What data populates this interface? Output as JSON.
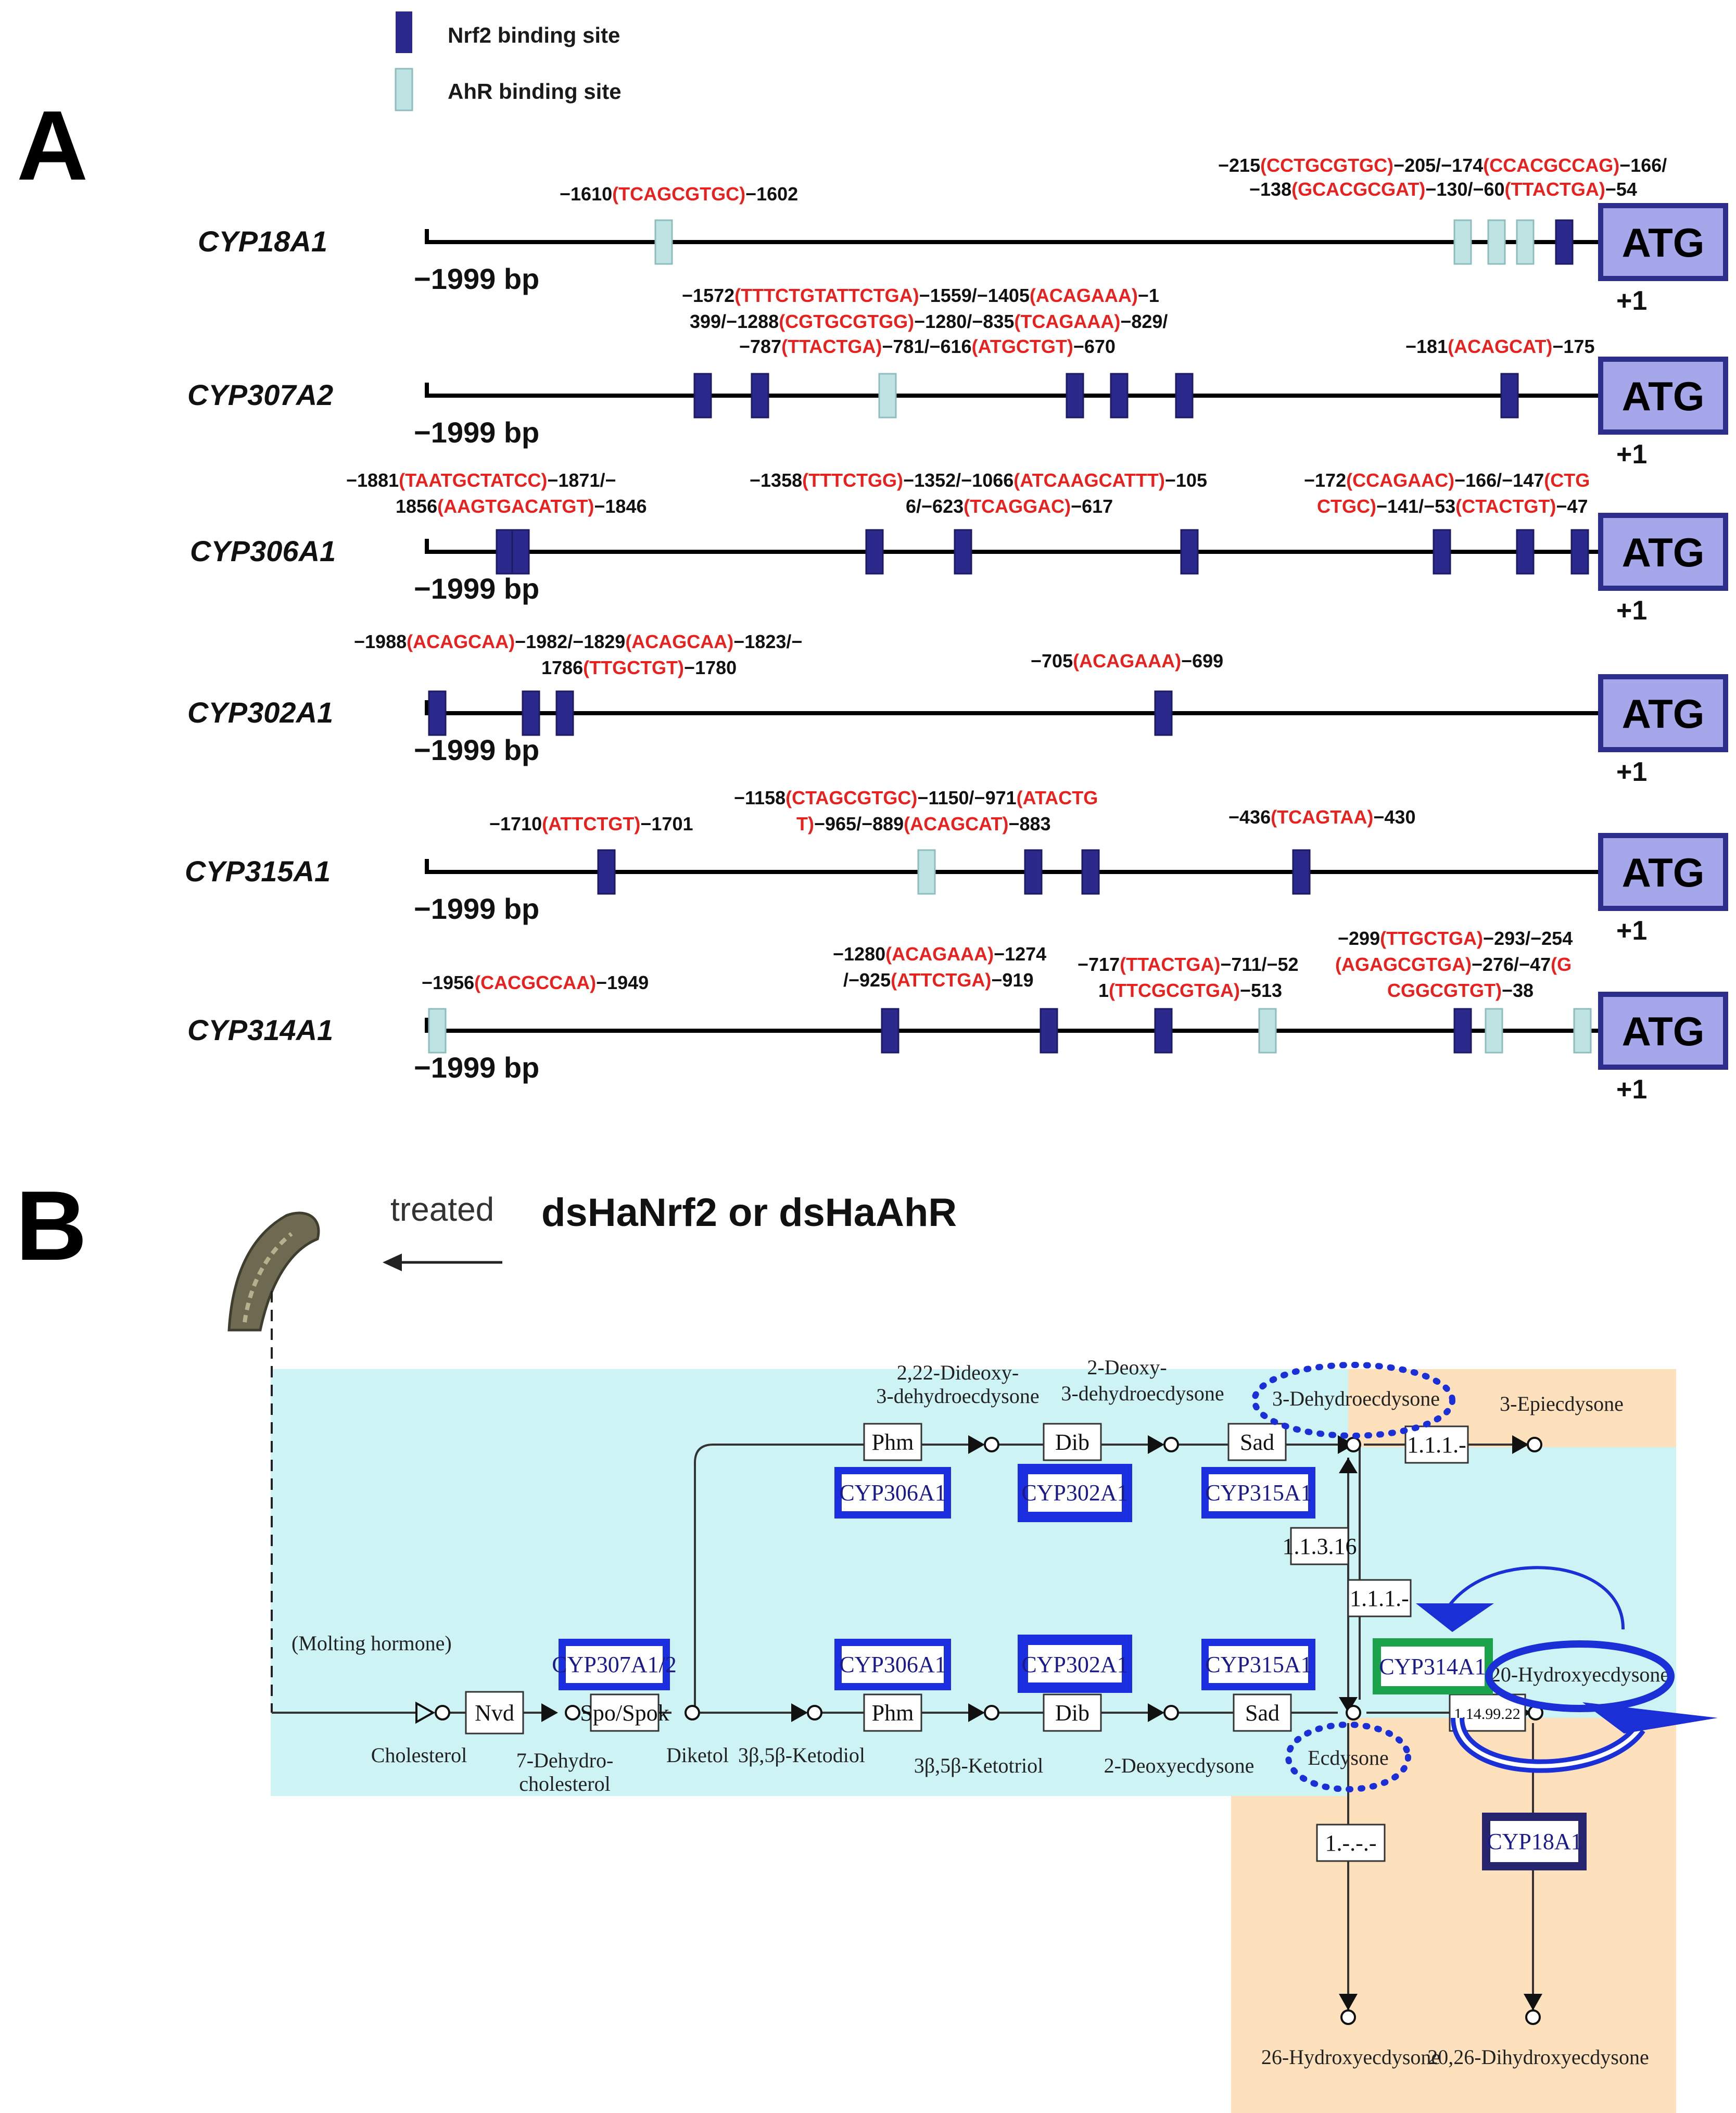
{
  "legend": {
    "nrf2_label": "Nrf2 binding site",
    "ahr_label": "AhR binding site",
    "nrf2_color": "#2b2a8c",
    "ahr_color": "#bfe3e3"
  },
  "panel_a": {
    "label": "A",
    "start_label": "−1999 bp",
    "atg_label": "ATG",
    "plus_label": "+1",
    "colors": {
      "atg_fill": "#a6a6ea",
      "atg_stroke": "#2d2d8c",
      "annotation_seq": "#e8211f"
    },
    "genes": [
      {
        "name": "CYP18A1",
        "annotations": [
          [
            [
              "−1610",
              ""
            ],
            [
              "(TCAGCGTGC)",
              "r"
            ],
            [
              "−1602",
              ""
            ]
          ],
          [
            [
              "−215",
              ""
            ],
            [
              "(CCTGCGTGC)",
              "r"
            ],
            [
              "−205/−174",
              ""
            ],
            [
              "(CCACGCCAG)",
              "r"
            ],
            [
              "−166/",
              ""
            ]
          ],
          [
            [
              "−138",
              ""
            ],
            [
              "(GCACGCGAT)",
              "r"
            ],
            [
              "−130/−60",
              ""
            ],
            [
              "(TTACTGA)",
              "r"
            ],
            [
              "−54",
              ""
            ]
          ]
        ]
      },
      {
        "name": "CYP307A2",
        "annotations": [
          [
            [
              "−1572",
              ""
            ],
            [
              "(TTTCTGTATTCTGA)",
              "r"
            ],
            [
              "−1559/−1405",
              ""
            ],
            [
              "(ACAGAAA)",
              "r"
            ],
            [
              "−1",
              ""
            ]
          ],
          [
            [
              "399/−1288",
              ""
            ],
            [
              "(CGTGCGTGG)",
              "r"
            ],
            [
              "−1280/−835",
              ""
            ],
            [
              "(TCAGAAA)",
              "r"
            ],
            [
              "−829/",
              ""
            ]
          ],
          [
            [
              "−787",
              ""
            ],
            [
              "(TTACTGA)",
              "r"
            ],
            [
              "−781/−616",
              ""
            ],
            [
              "(ATGCTGT)",
              "r"
            ],
            [
              "−670",
              ""
            ]
          ],
          [
            [
              "−181",
              ""
            ],
            [
              "(ACAGCAT)",
              "r"
            ],
            [
              "−175",
              ""
            ]
          ]
        ]
      },
      {
        "name": "CYP306A1",
        "annotations": [
          [
            [
              "−1881",
              ""
            ],
            [
              "(TAATGCTATCC)",
              "r"
            ],
            [
              "−1871/−",
              ""
            ]
          ],
          [
            [
              "1856",
              ""
            ],
            [
              "(AAGTGACATGT)",
              "r"
            ],
            [
              "−1846",
              ""
            ]
          ],
          [
            [
              "−1358",
              ""
            ],
            [
              "(TTTCTGG)",
              "r"
            ],
            [
              "−1352/−1066",
              ""
            ],
            [
              "(ATCAAGCATTT)",
              "r"
            ],
            [
              "−105",
              ""
            ]
          ],
          [
            [
              "6/−623",
              ""
            ],
            [
              "(TCAGGAC)",
              "r"
            ],
            [
              "−617",
              ""
            ]
          ],
          [
            [
              "−172",
              ""
            ],
            [
              "(CCAGAAC)",
              "r"
            ],
            [
              "−166/−147",
              ""
            ],
            [
              "(CTG",
              "r"
            ]
          ],
          [
            [
              "CTGC)",
              "r"
            ],
            [
              "−141/−53",
              ""
            ],
            [
              "(CTACTGT)",
              "r"
            ],
            [
              "−47",
              ""
            ]
          ]
        ]
      },
      {
        "name": "CYP302A1",
        "annotations": [
          [
            [
              "−1988",
              ""
            ],
            [
              "(ACAGCAA)",
              "r"
            ],
            [
              "−1982/−1829",
              ""
            ],
            [
              "(ACAGCAA)",
              "r"
            ],
            [
              "−1823/−",
              ""
            ]
          ],
          [
            [
              "1786",
              ""
            ],
            [
              "(TTGCTGT)",
              "r"
            ],
            [
              "−1780",
              ""
            ]
          ],
          [
            [
              "−705",
              ""
            ],
            [
              "(ACAGAAA)",
              "r"
            ],
            [
              "−699",
              ""
            ]
          ]
        ]
      },
      {
        "name": "CYP315A1",
        "annotations": [
          [
            [
              "−1158",
              ""
            ],
            [
              "(CTAGCGTGC)",
              "r"
            ],
            [
              "−1150/−971",
              ""
            ],
            [
              "(ATACTG",
              "r"
            ]
          ],
          [
            [
              "T)",
              "r"
            ],
            [
              "−965/−889",
              ""
            ],
            [
              "(ACAGCAT)",
              "r"
            ],
            [
              "−883",
              ""
            ]
          ],
          [
            [
              "−1710",
              ""
            ],
            [
              "(ATTCTGT)",
              "r"
            ],
            [
              "−1701",
              ""
            ]
          ],
          [
            [
              "−436",
              ""
            ],
            [
              "(TCAGTAA)",
              "r"
            ],
            [
              "−430",
              ""
            ]
          ]
        ]
      },
      {
        "name": "CYP314A1",
        "annotations": [
          [
            [
              "−1956",
              ""
            ],
            [
              "(CACGCCAA)",
              "r"
            ],
            [
              "−1949",
              ""
            ]
          ],
          [
            [
              "−1280",
              ""
            ],
            [
              "(ACAGAAA)",
              "r"
            ],
            [
              "−1274",
              ""
            ]
          ],
          [
            [
              "/−925",
              ""
            ],
            [
              "(ATTCTGA)",
              "r"
            ],
            [
              "−919",
              ""
            ]
          ],
          [
            [
              "−717",
              ""
            ],
            [
              "(TTACTGA)",
              "r"
            ],
            [
              "−711/−52",
              ""
            ]
          ],
          [
            [
              "1",
              ""
            ],
            [
              "(TTCGCGTGA)",
              "r"
            ],
            [
              "−513",
              ""
            ]
          ],
          [
            [
              "−299",
              ""
            ],
            [
              "(TTGCTGA)",
              "r"
            ],
            [
              "−293/−254",
              ""
            ]
          ],
          [
            [
              "(AGAGCGTGA)",
              "r"
            ],
            [
              "−276/−47",
              ""
            ],
            [
              "(G",
              "r"
            ]
          ],
          [
            [
              "CGGCGTGT)",
              "r"
            ],
            [
              "−38",
              ""
            ]
          ]
        ]
      }
    ]
  },
  "panel_b": {
    "label": "B",
    "treated_label": "treated",
    "treatment_label": "dsHaNrf2 or dsHaAhR",
    "molting_hormone_label": "(Molting hormone)",
    "compounds": {
      "cholesterol": "Cholesterol",
      "dehydrocholesterol_1": "7-Dehydro-",
      "dehydrocholesterol_2": "cholesterol",
      "diketol": "Diketol",
      "ketodiol": "3β,5β-Ketodiol",
      "ketotriol": "3β,5β-Ketotriol",
      "deoxyecdysone": "2-Deoxyecdysone",
      "ecdysone": "Ecdysone",
      "dideoxy_1": "2,22-Dideoxy-",
      "dideoxy_2": "3-dehydroecdysone",
      "deoxy_dehydro_1": "2-Deoxy-",
      "deoxy_dehydro_2": "3-dehydroecdysone",
      "dehydroecdysone": "3-Dehydroecdysone",
      "epiecdysone": "3-Epiecdysone",
      "hydroxyecdysone": "20-Hydroxyecdysone",
      "hydroxyecdysone_26": "26-Hydroxyecdysone",
      "dihydroxyecdysone": "20,26-Dihydroxyecdysone"
    },
    "enzymes": {
      "nvd": "Nvd",
      "spok": "Spo/Spok",
      "phm": "Phm",
      "dib": "Dib",
      "sad": "Sad",
      "e1113": "1.1.1.-",
      "e11316": "1.1.3.16",
      "e1111": "1.1.1.-",
      "e114": "1.14.99.22",
      "e1": "1.-.-.-",
      "cyp307": "CYP307A1/2",
      "cyp306_top": "CYP306A1",
      "cyp302_top": "CYP302A1",
      "cyp315_top": "CYP315A1",
      "cyp306_bot": "CYP306A1",
      "cyp302_bot": "CYP302A1",
      "cyp315_bot": "CYP315A1",
      "cyp314": "CYP314A1",
      "cyp18": "CYP18A1"
    },
    "colors": {
      "blue_region": "#cdf3f5",
      "orange_region": "#fde1bd",
      "enzyme_outline": "#1b2ee0",
      "cyp314_outline": "#1aa34a",
      "cyp18_outline": "#26236f",
      "arrow_blue": "#1a2fd6"
    }
  }
}
